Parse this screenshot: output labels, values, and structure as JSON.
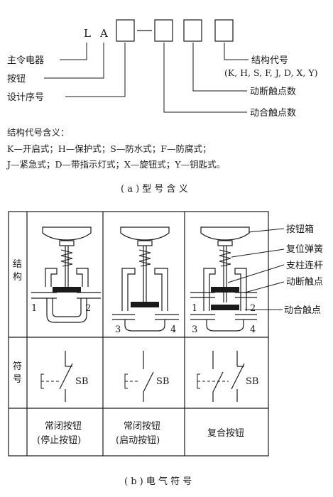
{
  "part_a": {
    "model_letters": [
      "L",
      "A"
    ],
    "labels": {
      "master_device": "主令电器",
      "button": "按钮",
      "design_seq": "设计序号",
      "structure_code": "结构代号",
      "structure_code_list": "(K, H, S, F, J, D, X, Y)",
      "nc_contacts": "动断触点数",
      "no_contacts": "动合触点数"
    },
    "meaning_title": "结构代号含义：",
    "meaning_line1": "K—开启式；H—保护式；S—防水式；F—防腐式；",
    "meaning_line2": "J—紧急式；D—带指示灯式；X—旋钮式；Y—钥匙式。",
    "caption": "( a ) 型 号 含 义"
  },
  "part_b": {
    "row_structure": [
      "结",
      "构"
    ],
    "row_symbol": [
      "符",
      "号"
    ],
    "callouts": {
      "cap": "按钮箱",
      "spring": "复位弹簧",
      "stem": "支柱连杆",
      "nc_contact": "动断触点",
      "no_contact": "动合触点"
    },
    "terminals": {
      "t1": "1",
      "t2": "2",
      "t3": "3",
      "t4": "4"
    },
    "symbol_label": "SB",
    "col1": [
      "常闭按钮",
      "(停止按钮)"
    ],
    "col2": [
      "常闭按钮",
      "(启动按钮)"
    ],
    "col3": [
      "复合按钮"
    ],
    "caption": "( b ) 电 气 符 号"
  }
}
